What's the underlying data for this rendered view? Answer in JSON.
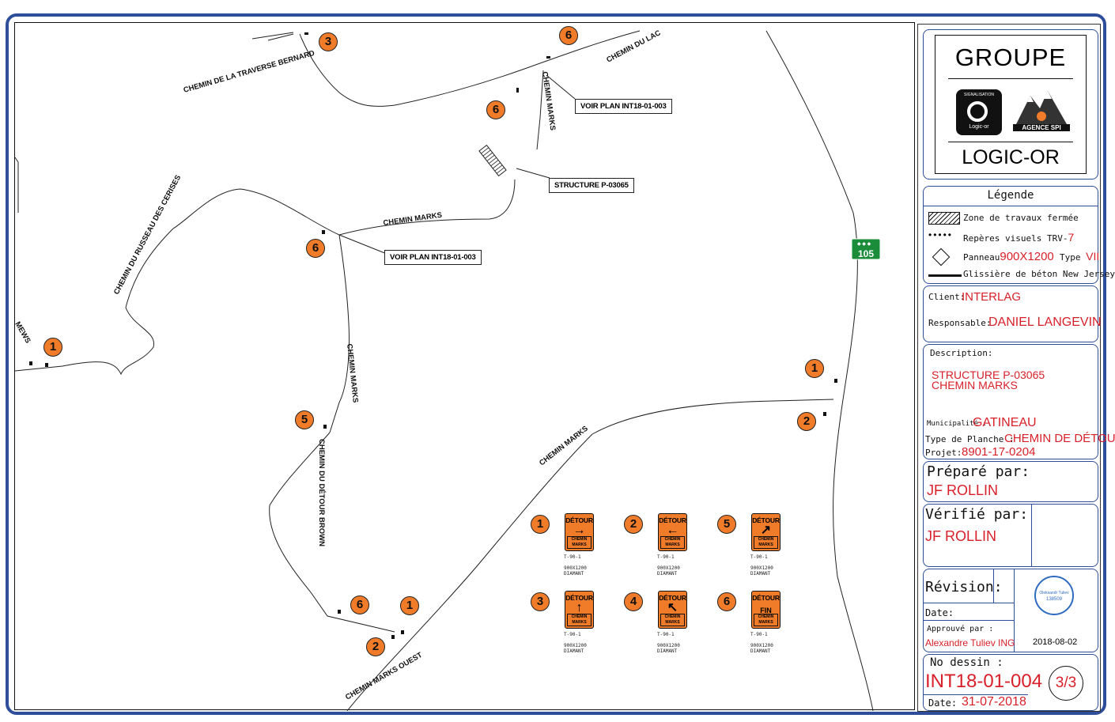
{
  "map": {
    "road_labels": {
      "traverse_bernard": "CHEMIN DE LA TRAVERSE BERNARD",
      "du_lac": "CHEMIN DU LAC",
      "marks_vertical_top": "CHEMIN MARKS",
      "marks_mid": "CHEMIN MARKS",
      "marks_vertical_center": "CHEMIN MARKS",
      "marks_diag": "CHEMIN MARKS",
      "russeau_cerises": "CHEMIN DU RUSSEAU DES CERISES",
      "detour_brown": "CHEMIN DU DÉTOUR BROWN",
      "marks_ouest": "CHEMIN MARKS OUEST",
      "mews": "MEWS"
    },
    "callouts": {
      "voir_plan_top": "VOIR PLAN INT18-01-003",
      "structure": "STRUCTURE P-03065",
      "voir_plan_mid": "VOIR PLAN INT18-01-003"
    },
    "highway_shield": "105",
    "markers": {
      "m3_top": "3",
      "m6_top": "6",
      "m6_a": "6",
      "m6_b": "6",
      "m1_left": "1",
      "m5": "5",
      "m6_bottom": "6",
      "m1_bottom": "1",
      "m2_bottom": "2",
      "m1_right": "1",
      "m2_right": "2"
    },
    "sign_legend": [
      {
        "num": "1",
        "title": "DÉTOUR",
        "arrow": "→",
        "plate": "CHEMIN MARKS",
        "code": "T-90-1",
        "size": "900X1200",
        "mat": "DIAMANT"
      },
      {
        "num": "2",
        "title": "DÉTOUR",
        "arrow": "←",
        "plate": "CHEMIN MARKS",
        "code": "T-90-1",
        "size": "900X1200",
        "mat": "DIAMANT"
      },
      {
        "num": "5",
        "title": "DÉTOUR",
        "arrow": "↗",
        "plate": "CHEMIN MARKS",
        "code": "T-90-1",
        "size": "900X1200",
        "mat": "DIAMANT"
      },
      {
        "num": "3",
        "title": "DÉTOUR",
        "arrow": "↑",
        "plate": "CHEMIN MARKS",
        "code": "T-90-1",
        "size": "900X1200",
        "mat": "DIAMANT"
      },
      {
        "num": "4",
        "title": "DÉTOUR",
        "arrow": "↖",
        "plate": "CHEMIN MARKS",
        "code": "T-90-1",
        "size": "900X1200",
        "mat": "DIAMANT"
      },
      {
        "num": "6",
        "title": "DÉTOUR",
        "arrow": "FIN",
        "plate": "CHEMIN MARKS",
        "code": "T-90-1",
        "size": "900X1200",
        "mat": "DIAMANT"
      }
    ]
  },
  "titleblock": {
    "company_top": "GROUPE",
    "company_bottom": "LOGIC-OR",
    "logo_left_text": "SIGNALISATION",
    "logo_left_sub": "Logic-or",
    "logo_right_text": "AGENCE SPI",
    "legend_title": "Légende",
    "legend_items": {
      "zone": "Zone de travaux fermée",
      "reperes": "Repères visuels TRV-",
      "reperes_num": "7",
      "panneau": "Panneau",
      "panneau_size": "900X1200",
      "type_label": "Type",
      "type_val": "VII",
      "glissiere": "Glissière de béton New Jersey"
    },
    "client_label": "Client:",
    "client": "INTERLAG",
    "responsable_label": "Responsable:",
    "responsable": "DANIEL LANGEVIN",
    "description_label": "Description:",
    "description_1": "STRUCTURE P-03065",
    "description_2": "CHEMIN MARKS",
    "municipalite_label": "Municipalité :",
    "municipalite": "GATINEAU",
    "type_planche_label": "Type de Planche :",
    "type_planche": "CHEMIN DE DÉTOUR",
    "projet_label": "Projet:",
    "projet": "8901-17-0204",
    "prepare_label": "Préparé par:",
    "prepare": "JF ROLLIN",
    "verifie_label": "Vérifié par:",
    "verifie": "JF ROLLIN",
    "revision_label": "Révision:",
    "date_label": "Date:",
    "approuve_label": "Approuvé par :",
    "approuve": "Alexandre Tuliev ING",
    "stamp_name": "Oleksandr Tuliev",
    "stamp_num": "138509",
    "stamp_date": "2018-08-02",
    "no_dessin_label": "No dessin :",
    "no_dessin": "INT18-01-004",
    "sheet": "3/3",
    "date2_label": "Date:",
    "date2": "31-07-2018"
  }
}
